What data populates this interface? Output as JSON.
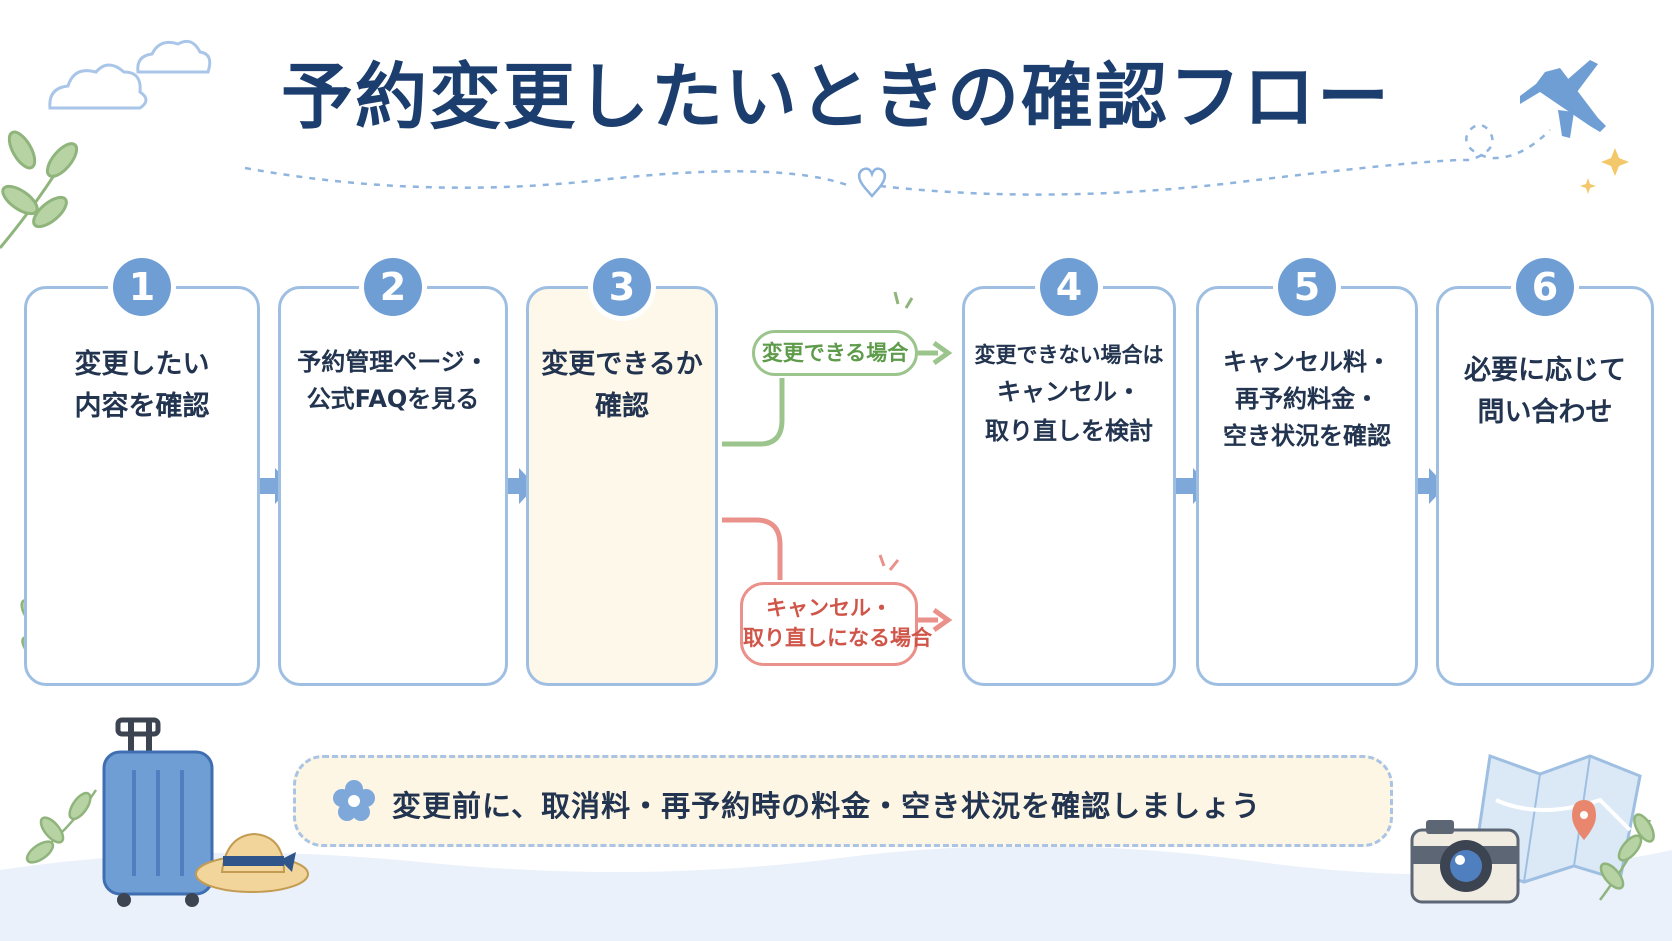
{
  "title": "予約変更したいときの確認フロー",
  "steps": [
    {
      "number": "1",
      "lines": [
        "変更したい",
        "内容を確認"
      ]
    },
    {
      "number": "2",
      "lines": [
        "予約管理ページ・",
        "公式FAQを見る"
      ]
    },
    {
      "number": "3",
      "lines": [
        "変更できるか",
        "確認"
      ]
    },
    {
      "number": "4",
      "lines": [
        "変更できない場合は",
        "キャンセル・",
        "取り直しを検討"
      ]
    },
    {
      "number": "5",
      "lines": [
        "キャンセル料・",
        "再予約料金・",
        "空き状況を確認"
      ]
    },
    {
      "number": "6",
      "lines": [
        "必要に応じて",
        "問い合わせ"
      ]
    }
  ],
  "branches": {
    "can_change": "変更できる場合",
    "cancel_rebook": [
      "キャンセル・",
      "取り直しになる場合"
    ]
  },
  "tag_symbol": "¥",
  "note": "変更前に、取消料・再予約時の料金・空き状況を確認しましょう",
  "colors": {
    "primary": "#6f9ed5",
    "card_border": "#9fbfe2",
    "title": "#1b3e6f",
    "green_branch": "#9cc48d",
    "red_branch": "#e9918a",
    "highlight_bg": "#fdf8ea"
  },
  "icons": [
    "notepad-icon",
    "laptop-icon",
    "phone-icon",
    "question-icon",
    "checkmark-icon",
    "calendar-icon",
    "refresh-icon",
    "price-tag-icon",
    "seat-icon",
    "hotel-icon",
    "airplane-icon",
    "chat-bubble-icon",
    "suitcase-icon",
    "sun-hat-icon",
    "camera-icon",
    "map-icon",
    "flower-icon",
    "cloud-icon",
    "leaf-icon"
  ]
}
